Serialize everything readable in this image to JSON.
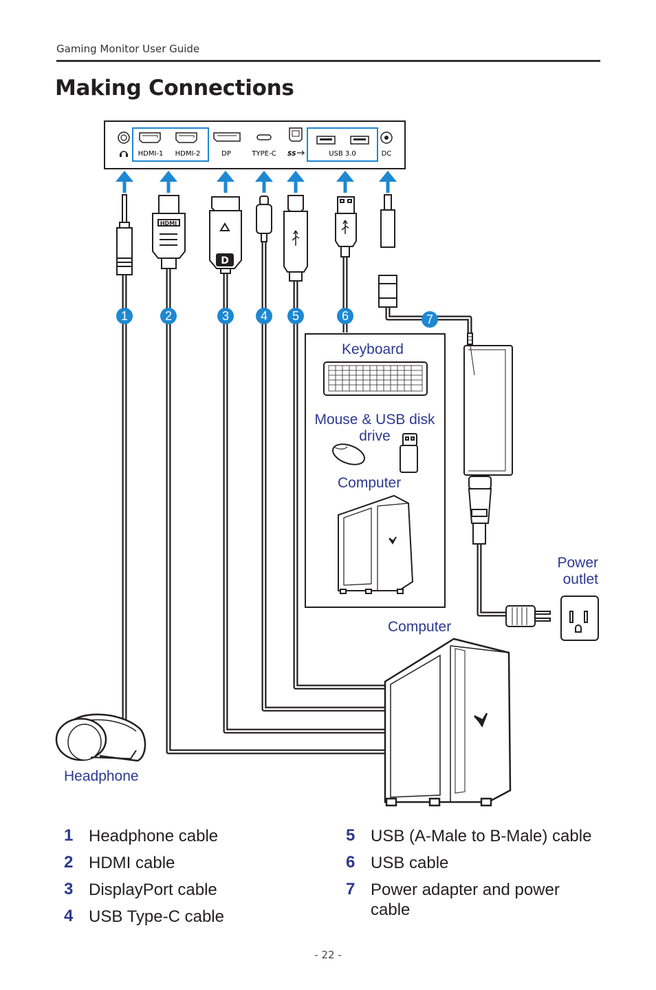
{
  "header": {
    "guide_title": "Gaming Monitor User Guide"
  },
  "page_title": "Making Connections",
  "ports": {
    "hdmi1": "HDMI-1",
    "hdmi2": "HDMI-2",
    "dp": "DP",
    "typec": "TYPE-C",
    "usb30": "USB 3.0",
    "dc": "DC"
  },
  "badges": [
    "1",
    "2",
    "3",
    "4",
    "5",
    "6",
    "7"
  ],
  "labels": {
    "keyboard": "Keyboard",
    "mouse_usb": "Mouse & USB disk drive",
    "computer_inner": "Computer",
    "power_outlet": "Power outlet",
    "computer_main": "Computer",
    "headphone": "Headphone"
  },
  "legend_left": [
    {
      "num": "1",
      "text": "Headphone cable"
    },
    {
      "num": "2",
      "text": "HDMI cable"
    },
    {
      "num": "3",
      "text": "DisplayPort cable"
    },
    {
      "num": "4",
      "text": "USB Type-C cable"
    }
  ],
  "legend_right": [
    {
      "num": "5",
      "text": "USB (A-Male to B-Male) cable"
    },
    {
      "num": "6",
      "text": "USB cable"
    },
    {
      "num": "7",
      "text": "Power adapter and power cable"
    }
  ],
  "page_number": "- 22 -",
  "colors": {
    "accent": "#2b3990",
    "badge": "#1e88d2",
    "port_box": "#1e88d2",
    "arrow": "#1e88d2"
  }
}
